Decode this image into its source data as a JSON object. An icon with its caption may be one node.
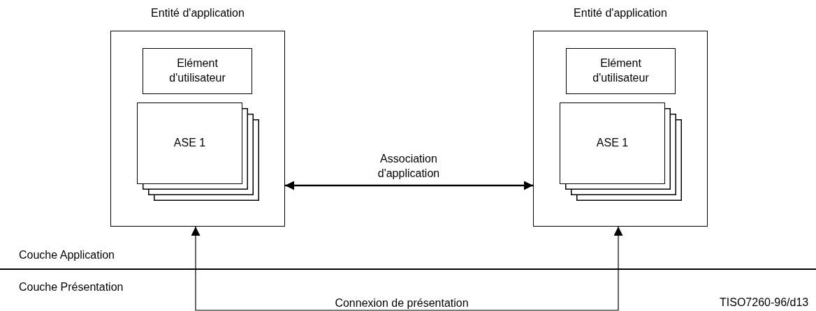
{
  "diagram": {
    "nodes": [
      {
        "text": [
          "Entité d'application"
        ]
      },
      {
        "text": [
          "Elément d'utilisateur"
        ],
        "in": 0
      },
      {
        "text": [
          "ASE 1"
        ],
        "in": 0
      },
      {
        "text": [
          "Entité d'application"
        ]
      },
      {
        "text": [
          "Elément d'utilisateur"
        ],
        "in": 3
      },
      {
        "text": [
          "ASE 1"
        ],
        "in": 3
      }
    ],
    "edges": [
      {
        "from": 0,
        "to": 3,
        "arrow": "both",
        "label": "Association d'application"
      },
      {
        "from": 0,
        "to": 3,
        "arrow": "both",
        "label": "Connexion de présentation"
      }
    ],
    "labels": [
      "Couche Application",
      "Couche Présentation",
      "TISO7260-96/d13"
    ]
  }
}
